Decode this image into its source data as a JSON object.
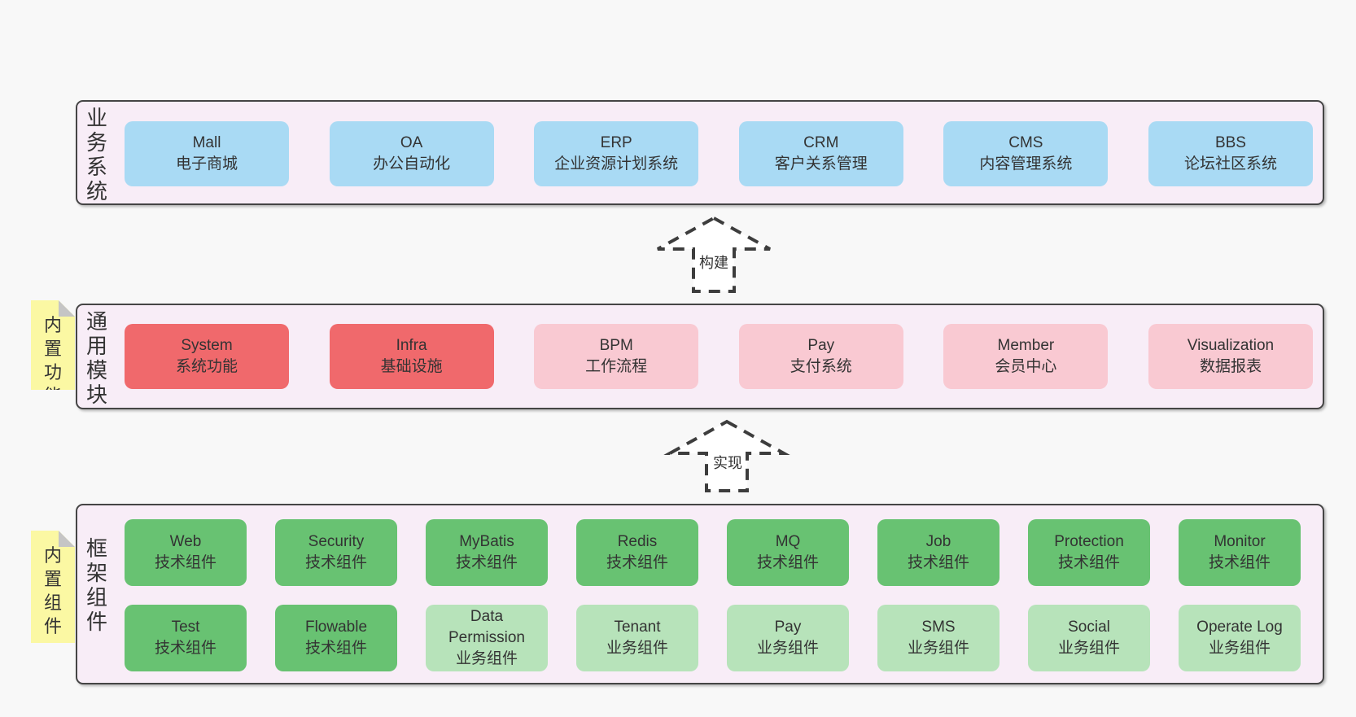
{
  "colors": {
    "page-bg": "#f8f8f8",
    "container-bg": "#f8edf7",
    "container-border": "#454545",
    "box-blue": "#a9daf4",
    "box-red": "#f0696c",
    "box-pink": "#f9c9d2",
    "box-green": "#68c272",
    "box-lightgreen": "#b7e3ba",
    "note-yellow": "#fbf8a3",
    "note-fold": "#c5c5c5",
    "arrow-stroke": "#3d3d3d",
    "arrow-fill": "#ffffff",
    "text-dark": "#333333"
  },
  "layers": {
    "business": {
      "label": "业务系统",
      "boxes": [
        {
          "name": "Mall",
          "desc": "电子商城",
          "variant": "blue"
        },
        {
          "name": "OA",
          "desc": "办公自动化",
          "variant": "blue"
        },
        {
          "name": "ERP",
          "desc": "企业资源计划系统",
          "variant": "blue"
        },
        {
          "name": "CRM",
          "desc": "客户关系管理",
          "variant": "blue"
        },
        {
          "name": "CMS",
          "desc": "内容管理系统",
          "variant": "blue"
        },
        {
          "name": "BBS",
          "desc": "论坛社区系统",
          "variant": "blue"
        }
      ]
    },
    "modules": {
      "label": "通用模块",
      "note": "内置功能",
      "boxes": [
        {
          "name": "System",
          "desc": "系统功能",
          "variant": "red"
        },
        {
          "name": "Infra",
          "desc": "基础设施",
          "variant": "red"
        },
        {
          "name": "BPM",
          "desc": "工作流程",
          "variant": "pink"
        },
        {
          "name": "Pay",
          "desc": "支付系统",
          "variant": "pink"
        },
        {
          "name": "Member",
          "desc": "会员中心",
          "variant": "pink"
        },
        {
          "name": "Visualization",
          "desc": "数据报表",
          "variant": "pink"
        }
      ]
    },
    "components": {
      "label": "框架组件",
      "note": "内置组件",
      "row1": [
        {
          "name": "Web",
          "desc": "技术组件",
          "variant": "green"
        },
        {
          "name": "Security",
          "desc": "技术组件",
          "variant": "green"
        },
        {
          "name": "MyBatis",
          "desc": "技术组件",
          "variant": "green"
        },
        {
          "name": "Redis",
          "desc": "技术组件",
          "variant": "green"
        },
        {
          "name": "MQ",
          "desc": "技术组件",
          "variant": "green"
        },
        {
          "name": "Job",
          "desc": "技术组件",
          "variant": "green"
        },
        {
          "name": "Protection",
          "desc": "技术组件",
          "variant": "green"
        },
        {
          "name": "Monitor",
          "desc": "技术组件",
          "variant": "green"
        }
      ],
      "row2": [
        {
          "name": "Test",
          "desc": "技术组件",
          "variant": "green"
        },
        {
          "name": "Flowable",
          "desc": "技术组件",
          "variant": "green"
        },
        {
          "name": "Data Permission",
          "desc": "业务组件",
          "variant": "lightgreen"
        },
        {
          "name": "Tenant",
          "desc": "业务组件",
          "variant": "lightgreen"
        },
        {
          "name": "Pay",
          "desc": "业务组件",
          "variant": "lightgreen"
        },
        {
          "name": "SMS",
          "desc": "业务组件",
          "variant": "lightgreen"
        },
        {
          "name": "Social",
          "desc": "业务组件",
          "variant": "lightgreen"
        },
        {
          "name": "Operate Log",
          "desc": "业务组件",
          "variant": "lightgreen"
        }
      ]
    }
  },
  "arrows": {
    "build": {
      "label": "构建"
    },
    "implement": {
      "label": "实现"
    }
  }
}
